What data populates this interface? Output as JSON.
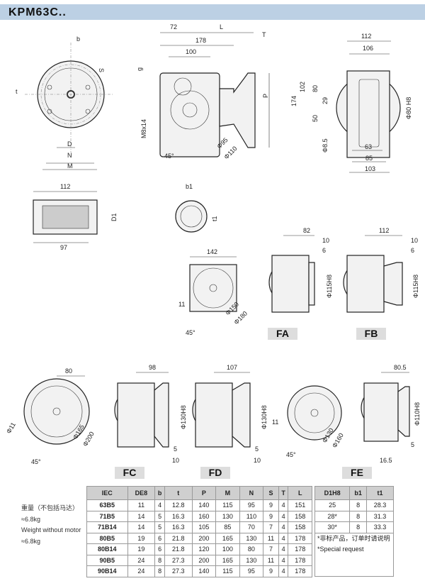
{
  "title": "KPM63C..",
  "front_view": {
    "b": "b",
    "S": "S",
    "t": "t",
    "D": "D",
    "N": "N",
    "M": "M"
  },
  "side_view": {
    "d72": "72",
    "L": "L",
    "d178": "178",
    "T": "T",
    "d100": "100",
    "g": "g",
    "thread": "M8x14",
    "phi95": "Φ95",
    "phi110": "Φ110",
    "angle": "45°",
    "P": "P"
  },
  "end_view": {
    "d112": "112",
    "d106": "106",
    "d174": "174",
    "d102": "102",
    "d80": "80",
    "d29": "29",
    "d50": "50",
    "hole": "Φ8.5",
    "d63": "63",
    "d85": "85",
    "d103": "103",
    "bore": "Φ80 H8"
  },
  "shaft": {
    "d112": "112",
    "d97": "97",
    "D1": "D1"
  },
  "keyway": {
    "b1": "b1",
    "t1": "t1"
  },
  "flange_square": {
    "d142": "142",
    "d11": "11",
    "phi150": "Φ150",
    "phi180": "Φ180",
    "angle": "45°"
  },
  "FA": {
    "label": "FA",
    "d82": "82",
    "d10": "10",
    "d6": "6",
    "bore": "Φ115H8"
  },
  "FB": {
    "label": "FB",
    "d112": "112",
    "d10": "10",
    "d6": "6",
    "bore": "Φ115H8"
  },
  "FC": {
    "label": "FC",
    "d80": "80",
    "phi11": "Φ11",
    "phi165": "Φ165",
    "phi200": "Φ200",
    "angle": "45°",
    "d98": "98",
    "bore": "Φ130H8",
    "d5": "5",
    "d10": "10"
  },
  "FD": {
    "label": "FD",
    "d107": "107",
    "bore": "Φ130H8",
    "d5": "5",
    "d10": "10"
  },
  "FE": {
    "label": "FE",
    "d11": "11",
    "phi130": "Φ130",
    "phi160": "Φ160",
    "angle": "45°",
    "d80_5": "80.5",
    "bore": "Φ110H8",
    "d5": "5",
    "d16_5": "16.5"
  },
  "weight": {
    "cn": "重量（不包括马达）",
    "cn_value": "≈6.8kg",
    "en": "Weight without motor",
    "en_value": "≈6.8kg"
  },
  "table": {
    "headers": [
      "IEC",
      "DE8",
      "b",
      "t",
      "P",
      "M",
      "N",
      "S",
      "T",
      "L"
    ],
    "rows": [
      [
        "63B5",
        "11",
        "4",
        "12.8",
        "140",
        "115",
        "95",
        "9",
        "4",
        "151"
      ],
      [
        "71B5",
        "14",
        "5",
        "16.3",
        "160",
        "130",
        "110",
        "9",
        "4",
        "158"
      ],
      [
        "71B14",
        "14",
        "5",
        "16.3",
        "105",
        "85",
        "70",
        "7",
        "4",
        "158"
      ],
      [
        "80B5",
        "19",
        "6",
        "21.8",
        "200",
        "165",
        "130",
        "11",
        "4",
        "178"
      ],
      [
        "80B14",
        "19",
        "6",
        "21.8",
        "120",
        "100",
        "80",
        "7",
        "4",
        "178"
      ],
      [
        "90B5",
        "24",
        "8",
        "27.3",
        "200",
        "165",
        "130",
        "11",
        "4",
        "178"
      ],
      [
        "90B14",
        "24",
        "8",
        "27.3",
        "140",
        "115",
        "95",
        "9",
        "4",
        "178"
      ]
    ]
  },
  "shaft_table": {
    "headers": [
      "D1H8",
      "b1",
      "t1"
    ],
    "rows": [
      [
        "25",
        "8",
        "28.3"
      ],
      [
        "28*",
        "8",
        "31.3"
      ],
      [
        "30*",
        "8",
        "33.3"
      ]
    ],
    "note_cn": "*非标产品，订单时请说明",
    "note_en": "*Special request"
  }
}
